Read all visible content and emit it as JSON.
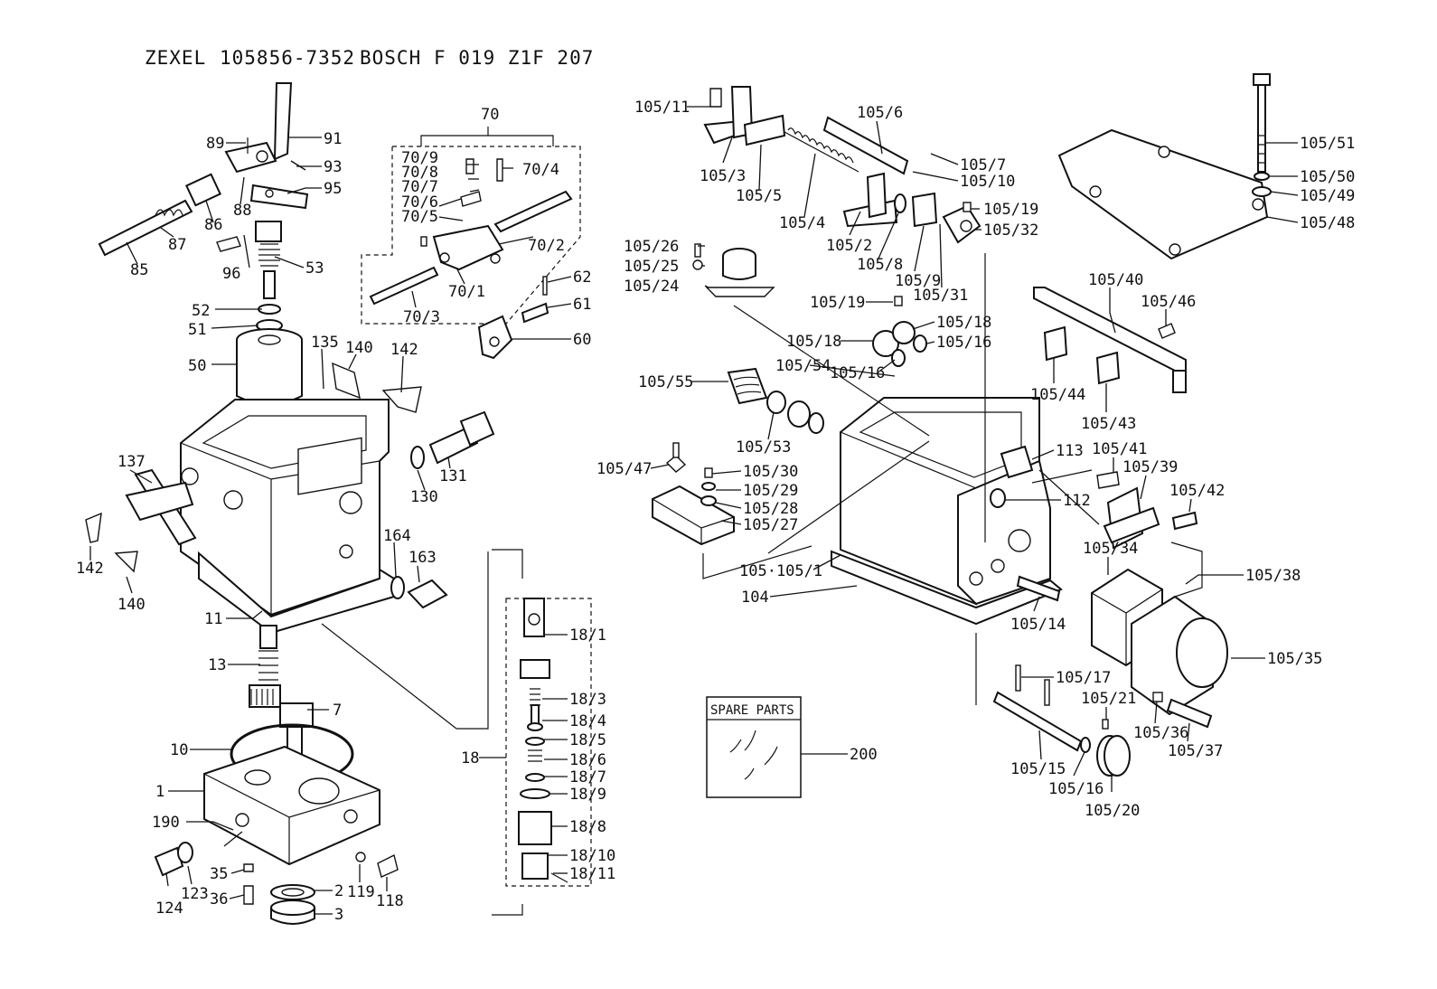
{
  "title": {
    "brand1": "ZEXEL",
    "number1": "105856-7352",
    "brand2": "BOSCH",
    "number2": "F 019 Z1F 207"
  },
  "spare_parts_label": "SPARE PARTS",
  "callouts": {
    "c91": "91",
    "c89": "89",
    "c93": "93",
    "c95": "95",
    "c86": "86",
    "c88": "88",
    "c87": "87",
    "c85": "85",
    "c96": "96",
    "c53": "53",
    "c52": "52",
    "c51": "51",
    "c50": "50",
    "c135": "135",
    "c140a": "140",
    "c142a": "142",
    "c137": "137",
    "c142b": "142",
    "c140b": "140",
    "c130": "130",
    "c131": "131",
    "c164": "164",
    "c163": "163",
    "c11": "11",
    "c13": "13",
    "c7": "7",
    "c10": "10",
    "c1": "1",
    "c190": "190",
    "c35": "35",
    "c36": "36",
    "c124": "124",
    "c123": "123",
    "c2": "2",
    "c3": "3",
    "c119": "119",
    "c118": "118",
    "c70": "70",
    "c70_9": "70/9",
    "c70_8": "70/8",
    "c70_7": "70/7",
    "c70_6": "70/6",
    "c70_5": "70/5",
    "c70_4": "70/4",
    "c70_2": "70/2",
    "c70_1": "70/1",
    "c70_3": "70/3",
    "c62": "62",
    "c61": "61",
    "c60": "60",
    "c18": "18",
    "c18_1": "18/1",
    "c18_3": "18/3",
    "c18_4": "18/4",
    "c18_5": "18/5",
    "c18_6": "18/6",
    "c18_7": "18/7",
    "c18_9": "18/9",
    "c18_8": "18/8",
    "c18_10": "18/10",
    "c18_11": "18/11",
    "c105_11": "105/11",
    "c105_6": "105/6",
    "c105_7": "105/7",
    "c105_10": "105/10",
    "c105_3": "105/3",
    "c105_5": "105/5",
    "c105_4": "105/4",
    "c105_2": "105/2",
    "c105_8": "105/8",
    "c105_9": "105/9",
    "c105_31": "105/31",
    "c105_19a": "105/19",
    "c105_32": "105/32",
    "c105_26": "105/26",
    "c105_25": "105/25",
    "c105_24": "105/24",
    "c105_19b": "105/19",
    "c105_18a": "105/18",
    "c105_18b": "105/18",
    "c105_16a": "105/16",
    "c105_16b": "105/16",
    "c105_54": "105/54",
    "c105_55": "105/55",
    "c105_53": "105/53",
    "c105_47": "105/47",
    "c105_30": "105/30",
    "c105_29": "105/29",
    "c105_28": "105/28",
    "c105_27": "105/27",
    "c105_1": "105·105/1",
    "c104": "104",
    "c113": "113",
    "c112": "112",
    "c105_14": "105/14",
    "c105_51": "105/51",
    "c105_50": "105/50",
    "c105_49": "105/49",
    "c105_48": "105/48",
    "c105_40": "105/40",
    "c105_46": "105/46",
    "c105_44": "105/44",
    "c105_43": "105/43",
    "c105_41": "105/41",
    "c105_39": "105/39",
    "c105_42": "105/42",
    "c105_34": "105/34",
    "c105_38": "105/38",
    "c105_35": "105/35",
    "c105_36": "105/36",
    "c105_37": "105/37",
    "c105_17": "105/17",
    "c105_21": "105/21",
    "c105_15": "105/15",
    "c105_16c": "105/16",
    "c105_20": "105/20",
    "c200": "200"
  }
}
